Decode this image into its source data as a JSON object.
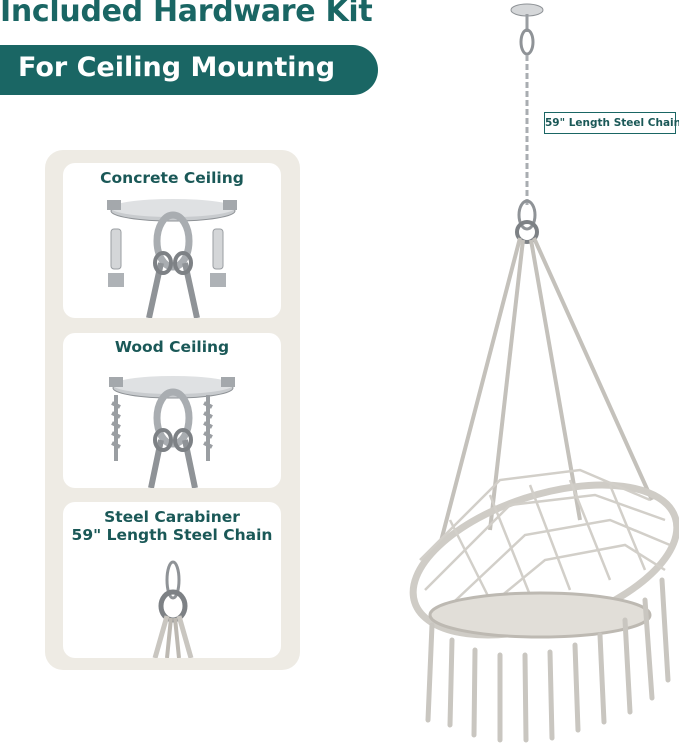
{
  "header": {
    "title": "Included Hardware Kit",
    "subtitle": "For Ceiling Mounting"
  },
  "cards": [
    {
      "title": "Concrete Ceiling"
    },
    {
      "title": "Wood Ceiling"
    },
    {
      "title_line1": "Steel Carabiner",
      "title_line2": "59\" Length Steel Chain"
    }
  ],
  "product": {
    "chain_label": "59\" Length Steel Chain"
  },
  "colors": {
    "brand_teal": "#1a6664",
    "panel_bg": "#eeebe4",
    "rope": "#c9c6c0",
    "metal": "#b9bcbf"
  }
}
